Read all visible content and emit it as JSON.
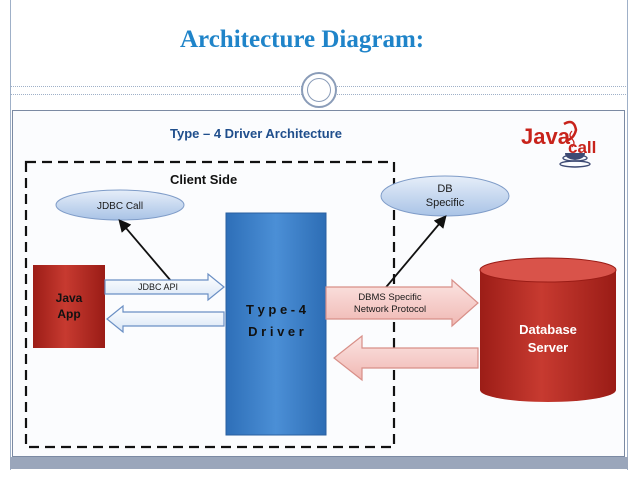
{
  "slide": {
    "title": "Architecture Diagram:"
  },
  "diagram": {
    "heading": "Type – 4 Driver Architecture",
    "logo_text": "Java",
    "logo_suffix": "call",
    "client_side_label": "Client Side",
    "jdbc_call_label": "JDBC Call",
    "db_specific_line1": "DB",
    "db_specific_line2": "Specific",
    "java_app_line1": "Java",
    "java_app_line2": "App",
    "jdbc_api_label": "JDBC API",
    "driver_line1": "T y p e - 4",
    "driver_line2": "D r i v e r",
    "protocol_line1": "DBMS Specific",
    "protocol_line2": "Network Protocol",
    "server_line1": "Database",
    "server_line2": "Server"
  },
  "colors": {
    "title": "#1f84c9",
    "java_app": "#b5261e",
    "driver": "#3a7fc8",
    "database": "#b5261e",
    "heading": "#1f4e8c"
  }
}
